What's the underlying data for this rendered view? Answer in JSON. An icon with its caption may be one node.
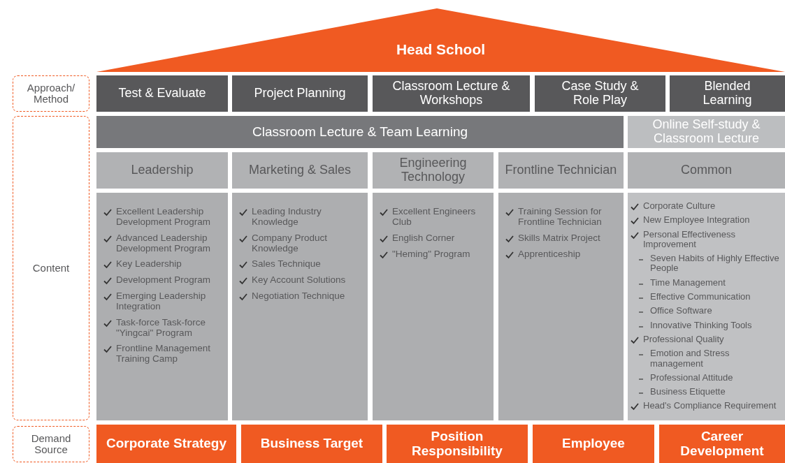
{
  "diagram": {
    "nodes": [
      {
        "text": [
          "Head School"
        ]
      },
      {
        "text": [
          "Approach/ Method"
        ]
      },
      {
        "text": [
          "Test & Evaluate"
        ]
      },
      {
        "text": [
          "Project Planning"
        ]
      },
      {
        "text": [
          "Classroom Lecture & Workshops"
        ]
      },
      {
        "text": [
          "Case Study & Role Play"
        ]
      },
      {
        "text": [
          "Blended Learning"
        ]
      },
      {
        "text": [
          "Content"
        ]
      },
      {
        "text": [
          "Classroom Lecture & Team Learning"
        ]
      },
      {
        "text": [
          "Online Self-study & Classroom Lecture"
        ]
      },
      {
        "text": [
          "Leadership"
        ]
      },
      {
        "text": [
          "Marketing & Sales"
        ]
      },
      {
        "text": [
          "Engineering Technology"
        ]
      },
      {
        "text": [
          "Frontline Technician"
        ]
      },
      {
        "text": [
          "Common"
        ]
      },
      {
        "text": [
          "Excellent Leadership Development Program",
          "Advanced Leadership Development Program",
          "Key Leadership",
          "Development Program",
          "Emerging Leadership Integration",
          "Task-force Task-force \"Yingcai\" Program",
          "Frontline Management Training Camp"
        ]
      },
      {
        "text": [
          "Leading Industry Knowledge",
          "Company Product Knowledge",
          "Sales Technique",
          "Key Account Solutions",
          "Negotiation Technique"
        ]
      },
      {
        "text": [
          "Excellent Engineers Club",
          "English Corner",
          "\"Heming\" Program"
        ]
      },
      {
        "text": [
          "Training Session for Frontline Technician",
          "Skills Matrix Project",
          "Apprenticeship"
        ]
      },
      {
        "text": [
          "Corporate Culture",
          "New Employee Integration",
          "Personal Effectiveness Improvement",
          "Seven Habits of Highly Effective People",
          "Time Management",
          "Effective Communication",
          "Office Software",
          "Innovative Thinking Tools",
          "Professional Quality",
          "Emotion and Stress management",
          "Professional Attitude",
          "Business Etiquette",
          "Head's Compliance Requirement"
        ]
      },
      {
        "text": [
          "Demand Source"
        ]
      },
      {
        "text": [
          "Corporate Strategy"
        ]
      },
      {
        "text": [
          "Business Target"
        ]
      },
      {
        "text": [
          "Position Responsibility"
        ]
      },
      {
        "text": [
          "Employee"
        ]
      },
      {
        "text": [
          "Career Development"
        ]
      }
    ]
  }
}
